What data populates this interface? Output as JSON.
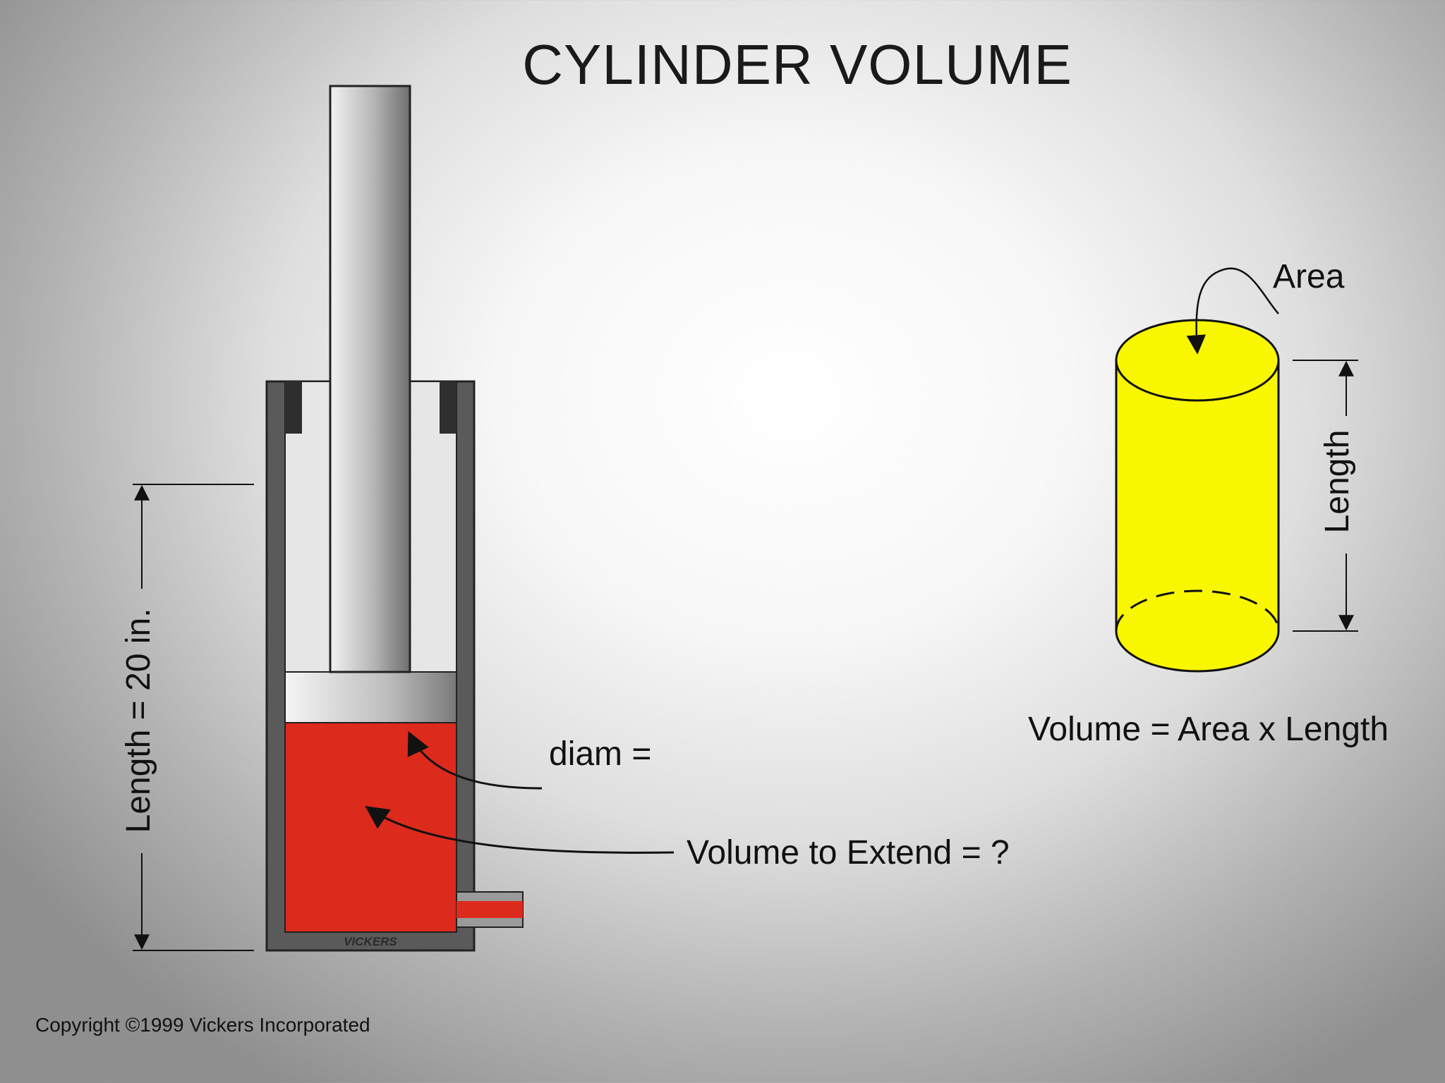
{
  "title": "CYLINDER VOLUME",
  "labels": {
    "length_dim": "Length = 20 in.",
    "diam": "diam =",
    "volume_to_extend": "Volume to Extend = ?",
    "area": "Area",
    "length": "Length",
    "formula": "Volume = Area x Length",
    "brand": "VICKERS"
  },
  "copyright": "Copyright ©1999 Vickers Incorporated",
  "colors": {
    "fluid": "#dc2a1c",
    "cylinder_fill": "#f9f700",
    "body": "#555555"
  }
}
